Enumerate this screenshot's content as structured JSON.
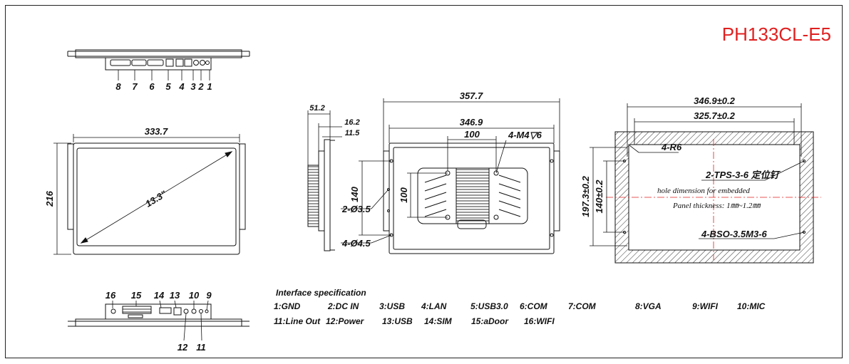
{
  "title": "PH133CL-E5",
  "top_view": {
    "port_labels": [
      "8",
      "7",
      "6",
      "5",
      "4",
      "3",
      "2",
      "1"
    ]
  },
  "front_view": {
    "width_label": "333.7",
    "height_label": "216",
    "diagonal_label": "13.3\""
  },
  "bottom_view": {
    "port_labels_top": [
      "16",
      "15",
      "14",
      "13",
      "10",
      "9"
    ],
    "port_labels_bottom": [
      "12",
      "11"
    ]
  },
  "side_view": {
    "depth_label": "51.2",
    "bezel_label": "16.2",
    "plate_label": "11.5"
  },
  "rear_view": {
    "overall_width": "357.7",
    "inner_width": "346.9",
    "mount_width": "100",
    "mount_label": "4-M4▽6",
    "mount_height": "100",
    "side_height": "140",
    "hole_small": "2-Ø3.5",
    "hole_large": "4-Ø4.5"
  },
  "cutout_view": {
    "outer_width": "346.9±0.2",
    "inner_width": "325.7±0.2",
    "outer_height": "197.3±0.2",
    "inner_height": "140±0.2",
    "radius": "4-R6",
    "locator": "2-TPS-3-6 定位钉",
    "note1": "hole dimension for embedded",
    "note2": "Panel thickness: 1㎜~1.2㎜",
    "bso": "4-BSO-3.5M3-6"
  },
  "interface": {
    "heading": "Interface specification",
    "row1": [
      "1:GND",
      "2:DC IN",
      "3:USB",
      "4:LAN",
      "5:USB3.0",
      "6:COM",
      "7:COM",
      "8:VGA",
      "9:WIFI",
      "10:MIC"
    ],
    "row2": [
      "11:Line Out",
      "12:Power",
      "13:USB",
      "14:SIM",
      "15:aDoor",
      "16:WIFI"
    ]
  },
  "colors": {
    "title": "#e02020",
    "centerline": "#e02020",
    "line": "#111111"
  }
}
